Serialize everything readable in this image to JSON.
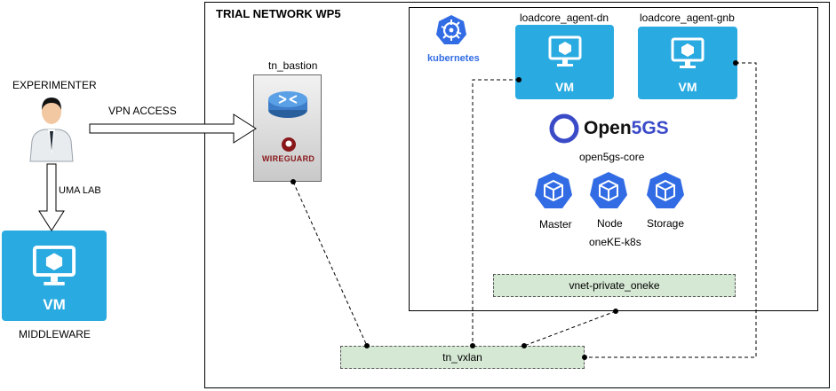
{
  "trial_network": {
    "title": "TRIAL NETWORK WP5"
  },
  "experimenter": {
    "label": "EXPERIMENTER",
    "uma_lab": "UMA LAB",
    "vpn_access": "VPN ACCESS"
  },
  "middleware": {
    "vm_label": "VM",
    "label": "MIDDLEWARE"
  },
  "bastion": {
    "label": "tn_bastion",
    "wireguard_text": "WIREGUARD"
  },
  "kubernetes": {
    "logo_text": "kubernetes"
  },
  "agents": [
    {
      "label": "loadcore_agent-dn",
      "vm_label": "VM"
    },
    {
      "label": "loadcore_agent-gnb",
      "vm_label": "VM"
    }
  ],
  "open5gs": {
    "logo_prefix": "Open",
    "logo_suffix": "5GS",
    "core_label": "open5gs-core"
  },
  "k8s_nodes": {
    "master": "Master",
    "node": "Node",
    "storage": "Storage",
    "cluster_label": "oneKE-k8s"
  },
  "networks": {
    "private": "vnet-private_oneke",
    "vxlan": "tn_vxlan"
  },
  "colors": {
    "vm_blue": "#29aae1",
    "k8s_blue": "#326ce5",
    "net_green": "#d5e8d4",
    "open5gs_blue": "#3b4bc8"
  }
}
